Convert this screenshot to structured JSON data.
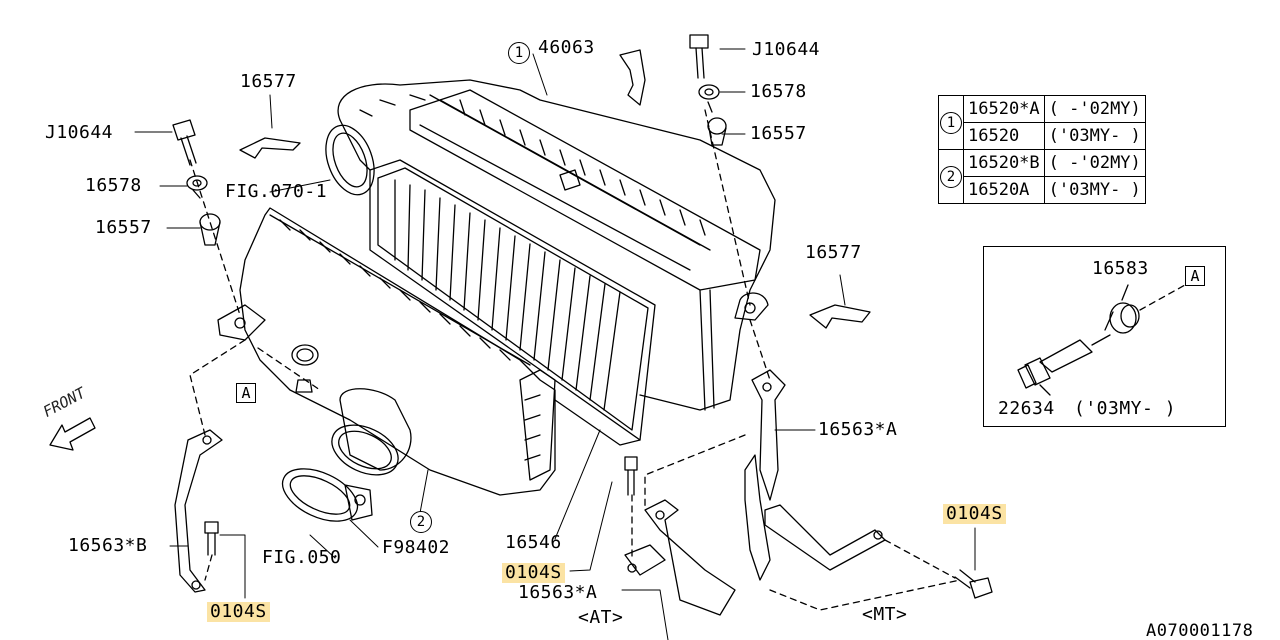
{
  "diagram": {
    "document_code": "A070001178",
    "front_label": "FRONT",
    "callout_A": "A",
    "highlight_color": "#fbe3a4",
    "labels": {
      "p46063": "46063",
      "j10644_top": "J10644",
      "p16578_top": "16578",
      "p16557_top": "16557",
      "p16577_left": "16577",
      "j10644_left": "J10644",
      "p16578_left": "16578",
      "p16557_left": "16557",
      "fig070": "FIG.070-1",
      "p16577_right": "16577",
      "p16563A_right": "16563*A",
      "p16563B": "16563*B",
      "fig050": "FIG.050",
      "f98402": "F98402",
      "p16546": "16546",
      "p0104S_left": "0104S",
      "p0104S_mid": "0104S",
      "p0104S_right": "0104S",
      "p16563A_bottom": "16563*A",
      "at": "<AT>",
      "mt": "<MT>",
      "ref1": "1",
      "ref2": "2"
    },
    "variant_table": [
      {
        "ref": "1",
        "part": "16520*A",
        "range": "(      -'02MY)"
      },
      {
        "ref": "",
        "part": "16520",
        "range": "('03MY-     )"
      },
      {
        "ref": "2",
        "part": "16520*B",
        "range": "(      -'02MY)"
      },
      {
        "ref": "",
        "part": "16520A",
        "range": "('03MY-     )"
      }
    ],
    "inset": {
      "p16583": "16583",
      "p22634": "22634",
      "p22634_range": "('03MY-     )",
      "callout": "A"
    }
  }
}
